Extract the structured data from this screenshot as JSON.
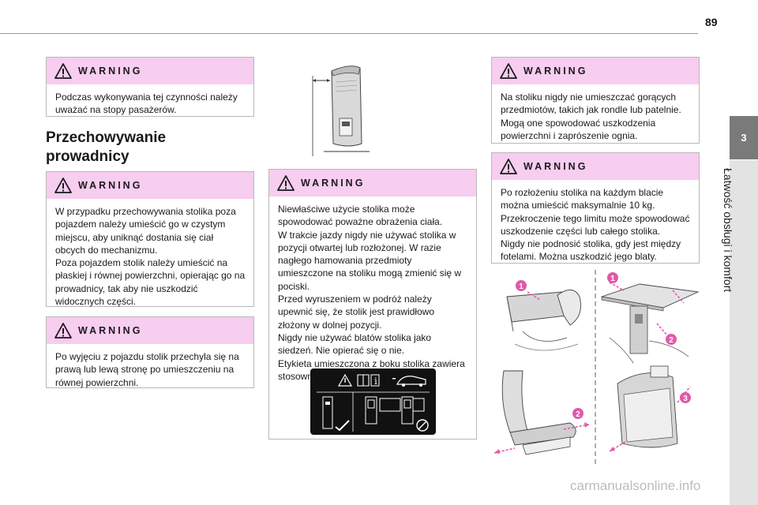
{
  "page": {
    "number": "89"
  },
  "side_tab": {
    "chapter": "3",
    "title": "Łatwość obsługi i komfort"
  },
  "warning_label": "WARNING",
  "section": {
    "heading": "Przechowywanie prowadnicy"
  },
  "warnings": {
    "w1": {
      "text": "Podczas wykonywania tej czynności należy uważać na stopy pasażerów."
    },
    "w2": {
      "text": "W przypadku przechowywania stolika poza pojazdem należy umieścić go w czystym miejscu, aby uniknąć dostania się ciał obcych do mechanizmu.\nPoza pojazdem stolik należy umieścić na płaskiej i równej powierzchni, opierając go na prowadnicy, tak aby nie uszkodzić widocznych części."
    },
    "w3": {
      "text": "Po wyjęciu z pojazdu stolik przechyla się na prawą lub lewą stronę po umieszczeniu na równej powierzchni."
    },
    "w4": {
      "text": "Niewłaściwe użycie stolika może spowodować poważne obrażenia ciała.\nW trakcie jazdy nigdy nie używać stolika w pozycji otwartej lub rozłożonej. W razie nagłego hamowania przedmioty umieszczone na stoliku mogą zmienić się w pociski.\nPrzed wyruszeniem w podróż należy upewnić się, że stolik jest prawidłowo złożony w dolnej pozycji.\nNigdy nie używać blatów stolika jako siedzeń. Nie opierać się o nie.\nEtykieta umieszczona z boku stolika zawiera stosowne ostrzeżenia."
    },
    "w5": {
      "text": "Na stoliku nigdy nie umieszczać gorących przedmiotów, takich jak rondle lub patelnie. Mogą one spowodować uszkodzenia powierzchni i zaprószenie ognia."
    },
    "w6": {
      "text": "Po rozłożeniu stolika na każdym blacie można umieścić maksymalnie 10 kg. Przekroczenie tego limitu może spowodować uszkodzenie części lub całego stolika.\nNigdy nie podnosić stolika, gdy jest między fotelami. Można uszkodzić jego blaty."
    }
  },
  "callouts": {
    "one": "1",
    "two": "2",
    "three": "3"
  },
  "label_icon": {
    "info": "i"
  },
  "colors": {
    "warning_header": "#f7cdf0",
    "callout": "#e05aa8",
    "side_tab": "#7a7a7a"
  },
  "watermark": "carmanualsonline.info"
}
